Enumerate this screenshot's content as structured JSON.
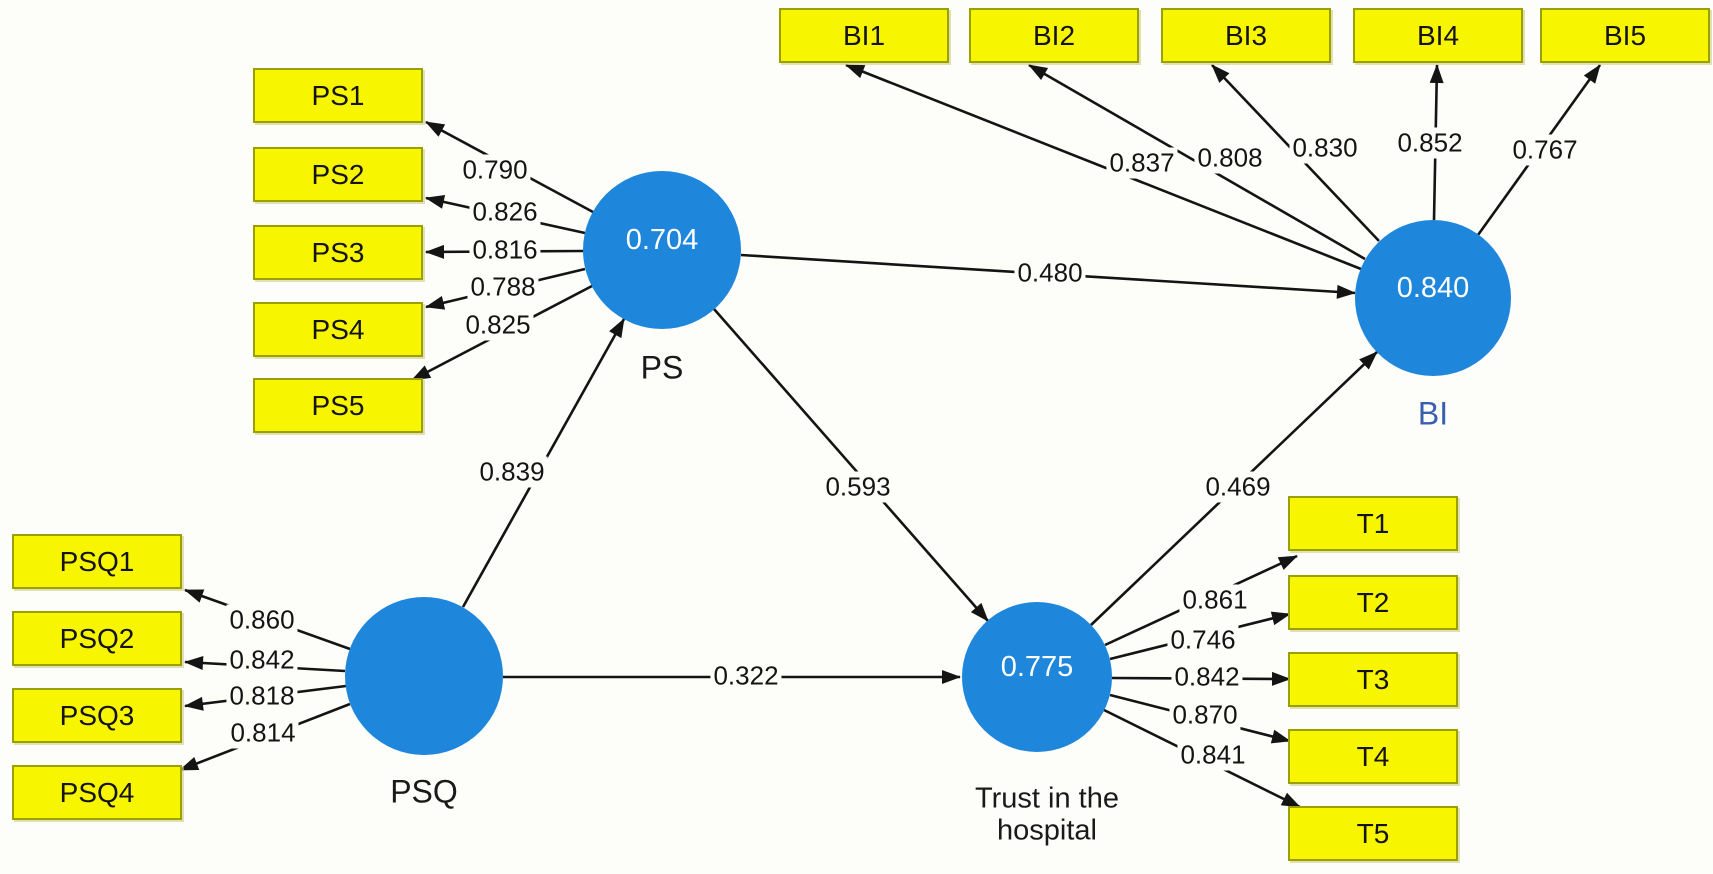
{
  "diagram": {
    "title": "PLS-SEM structural model",
    "colors": {
      "latent_fill": "#1e86db",
      "indicator_fill": "#f8f500",
      "indicator_border": "#9aa000",
      "arrow": "#141414",
      "r2_text": "#ffffff",
      "bi_name_text": "#3a5fae"
    },
    "constructs": {
      "ps": {
        "name": "PS",
        "r2": "0.704",
        "indicators": [
          {
            "id": "PS1",
            "loading": "0.790"
          },
          {
            "id": "PS2",
            "loading": "0.826"
          },
          {
            "id": "PS3",
            "loading": "0.816"
          },
          {
            "id": "PS4",
            "loading": "0.788"
          },
          {
            "id": "PS5",
            "loading": "0.825"
          }
        ]
      },
      "bi": {
        "name": "BI",
        "r2": "0.840",
        "indicators": [
          {
            "id": "BI1",
            "loading": "0.837"
          },
          {
            "id": "BI2",
            "loading": "0.808"
          },
          {
            "id": "BI3",
            "loading": "0.830"
          },
          {
            "id": "BI4",
            "loading": "0.852"
          },
          {
            "id": "BI5",
            "loading": "0.767"
          }
        ]
      },
      "psq": {
        "name": "PSQ",
        "r2": "",
        "indicators": [
          {
            "id": "PSQ1",
            "loading": "0.860"
          },
          {
            "id": "PSQ2",
            "loading": "0.842"
          },
          {
            "id": "PSQ3",
            "loading": "0.818"
          },
          {
            "id": "PSQ4",
            "loading": "0.814"
          }
        ]
      },
      "trust": {
        "name_line1": "Trust in the",
        "name_line2": "hospital",
        "r2": "0.775",
        "indicators": [
          {
            "id": "T1",
            "loading": "0.861"
          },
          {
            "id": "T2",
            "loading": "0.746"
          },
          {
            "id": "T3",
            "loading": "0.842"
          },
          {
            "id": "T4",
            "loading": "0.870"
          },
          {
            "id": "T5",
            "loading": "0.841"
          }
        ]
      }
    },
    "paths": [
      {
        "from": "PSQ",
        "to": "PS",
        "coef": "0.839"
      },
      {
        "from": "PS",
        "to": "BI",
        "coef": "0.480"
      },
      {
        "from": "PS",
        "to": "Trust in the hospital",
        "coef": "0.593"
      },
      {
        "from": "PSQ",
        "to": "Trust in the hospital",
        "coef": "0.322"
      },
      {
        "from": "Trust in the hospital",
        "to": "BI",
        "coef": "0.469"
      }
    ]
  }
}
